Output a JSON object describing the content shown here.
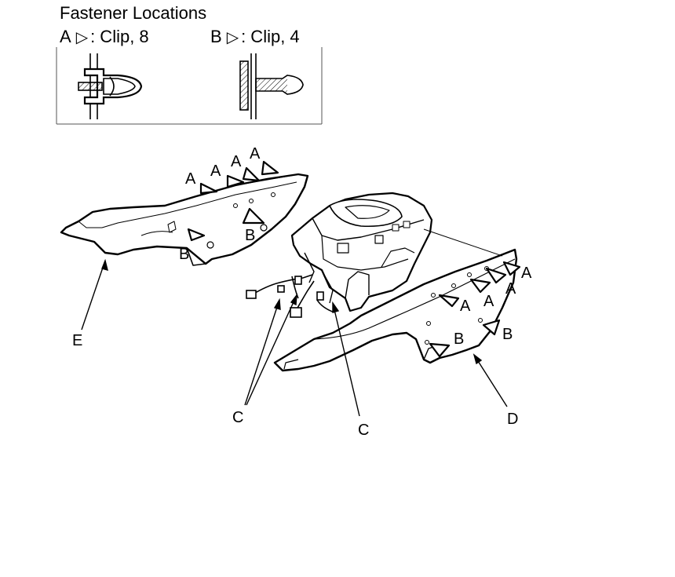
{
  "legend": {
    "title": "Fastener Locations",
    "a_letter": "A",
    "a_text": ": Clip, 8",
    "b_letter": "B",
    "b_text": ": Clip, 4",
    "triangle_glyph": "▷"
  },
  "labels": {
    "a": "A",
    "b": "B",
    "c": "C",
    "d": "D",
    "e": "E"
  }
}
